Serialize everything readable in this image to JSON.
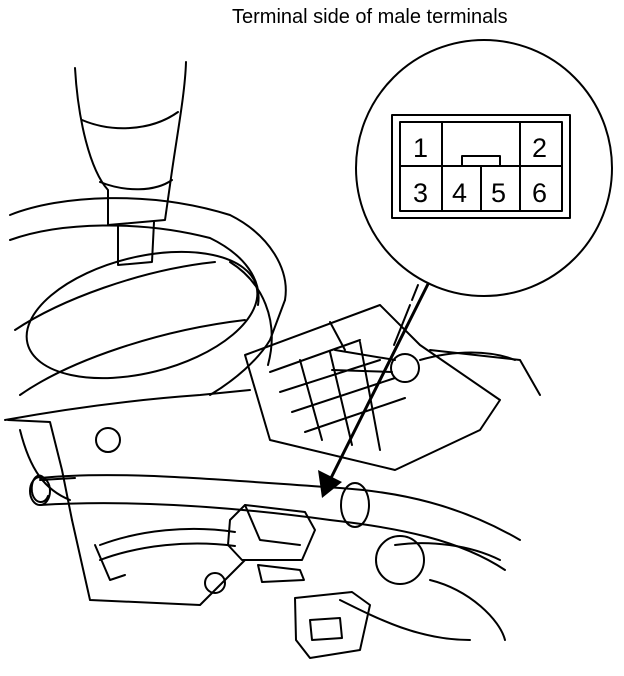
{
  "caption": "Terminal side of male terminals",
  "connector": {
    "pins": [
      "1",
      "2",
      "3",
      "4",
      "5",
      "6"
    ]
  },
  "colors": {
    "line": "#000000",
    "background": "#ffffff"
  }
}
